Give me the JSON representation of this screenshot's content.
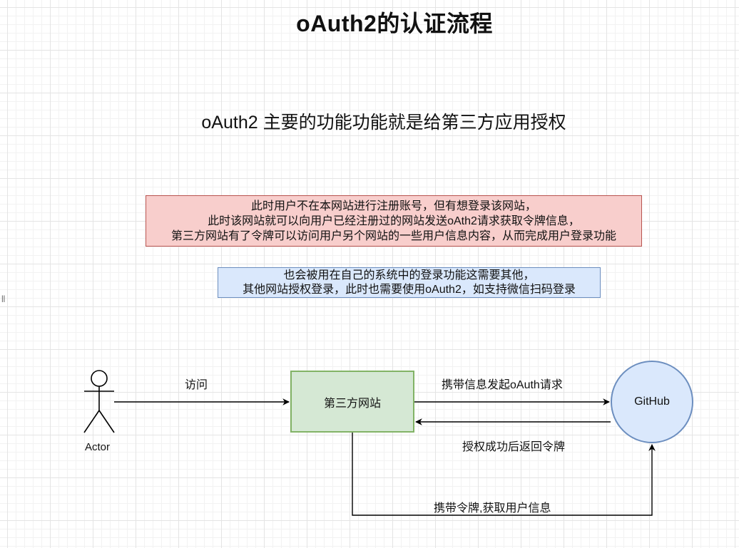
{
  "diagram": {
    "title": "oAuth2的认证流程",
    "subtitle": "oAuth2 主要的功能功能就是给第三方应用授权",
    "notes": {
      "red": [
        "此时用户不在本网站进行注册账号，但有想登录该网站，",
        "此时该网站就可以向用户已经注册过的网站发送oAth2请求获取令牌信息，",
        "第三方网站有了令牌可以访问用户另个网站的一些用户信息内容，从而完成用户登录功能"
      ],
      "blue": [
        "也会被用在自己的系统中的登录功能这需要其他，",
        "其他网站授权登录，此时也需要使用oAuth2，如支持微信扫码登录"
      ]
    },
    "nodes": {
      "actor": "Actor",
      "third_party_site": "第三方网站",
      "github": "GitHub"
    },
    "edges": {
      "visit": "访问",
      "request": "携带信息发起oAuth请求",
      "token_return": "授权成功后返回令牌",
      "fetch_user": "携带令牌,获取用户信息"
    },
    "colors": {
      "red_fill": "#f8cecc",
      "red_border": "#b85450",
      "blue_fill": "#dae8fc",
      "blue_border": "#6c8ebf",
      "green_fill": "#d5e8d4",
      "green_border": "#82b366"
    }
  }
}
